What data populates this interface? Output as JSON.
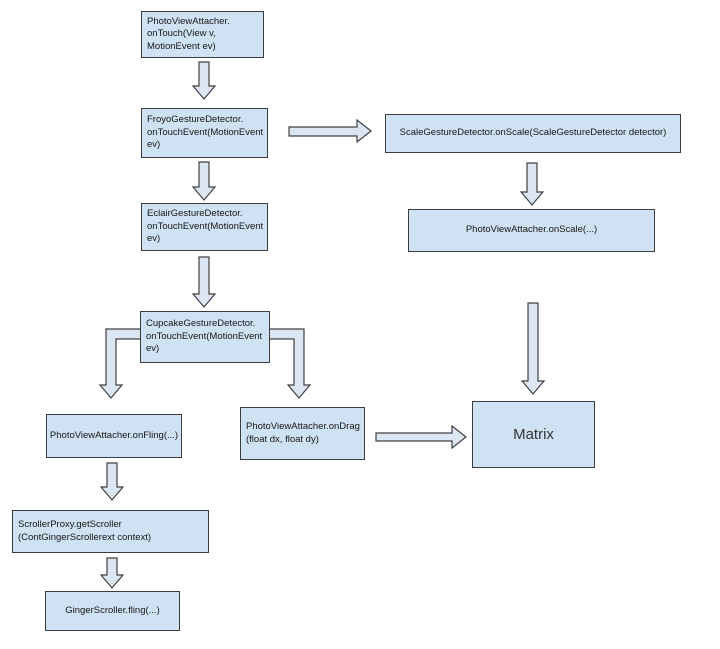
{
  "colors": {
    "background": "#ffffff",
    "box_fill": "#cfe2f3",
    "box_border": "#3d3d3d",
    "arrow_fill": "#dce6f2",
    "arrow_stroke": "#404040"
  },
  "boxes": {
    "ontouch": {
      "label": "PhotoViewAttacher.\nonTouch(View v,\nMotionEvent ev)"
    },
    "froyo": {
      "label": "FroyoGestureDetector.\nonTouchEvent(MotionEvent\nev)"
    },
    "scale_detector": {
      "label": "ScaleGestureDetector.onScale(ScaleGestureDetector detector)"
    },
    "pva_onscale": {
      "label": "PhotoViewAttacher.onScale(...)"
    },
    "eclair": {
      "label": "EclairGestureDetector.\nonTouchEvent(MotionEvent\nev)"
    },
    "cupcake": {
      "label": "CupcakeGestureDetector.\nonTouchEvent(MotionEvent\nev)"
    },
    "onfling": {
      "label": "PhotoViewAttacher.onFling(...)"
    },
    "ondrag": {
      "label": "PhotoViewAttacher.onDrag\n(float dx, float dy)"
    },
    "matrix": {
      "label": "Matrix"
    },
    "scrollerproxy": {
      "label": "ScrollerProxy.getScroller\n(ContGingerScrollerext context)"
    },
    "gingerscroller": {
      "label": "GingerScroller.fling(...)"
    }
  },
  "edges": [
    {
      "from": "ontouch",
      "to": "froyo"
    },
    {
      "from": "froyo",
      "to": "scale_detector"
    },
    {
      "from": "froyo",
      "to": "eclair"
    },
    {
      "from": "scale_detector",
      "to": "pva_onscale"
    },
    {
      "from": "eclair",
      "to": "cupcake"
    },
    {
      "from": "cupcake",
      "to": "onfling"
    },
    {
      "from": "cupcake",
      "to": "ondrag"
    },
    {
      "from": "ondrag",
      "to": "matrix"
    },
    {
      "from": "pva_onscale",
      "to": "matrix"
    },
    {
      "from": "onfling",
      "to": "scrollerproxy"
    },
    {
      "from": "scrollerproxy",
      "to": "gingerscroller"
    }
  ]
}
